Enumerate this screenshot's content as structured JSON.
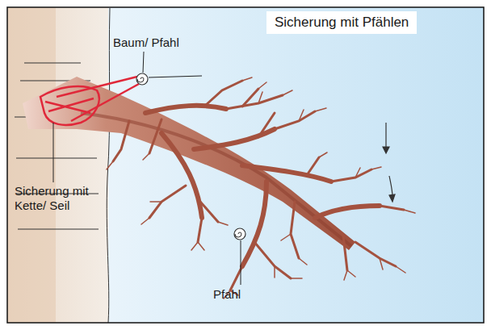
{
  "diagram": {
    "title": "Sicherung mit Pfählen",
    "labels": [
      "Baum/ Pfahl",
      "Sicherung mit Kette/ Seil",
      "Pfahl"
    ]
  }
}
